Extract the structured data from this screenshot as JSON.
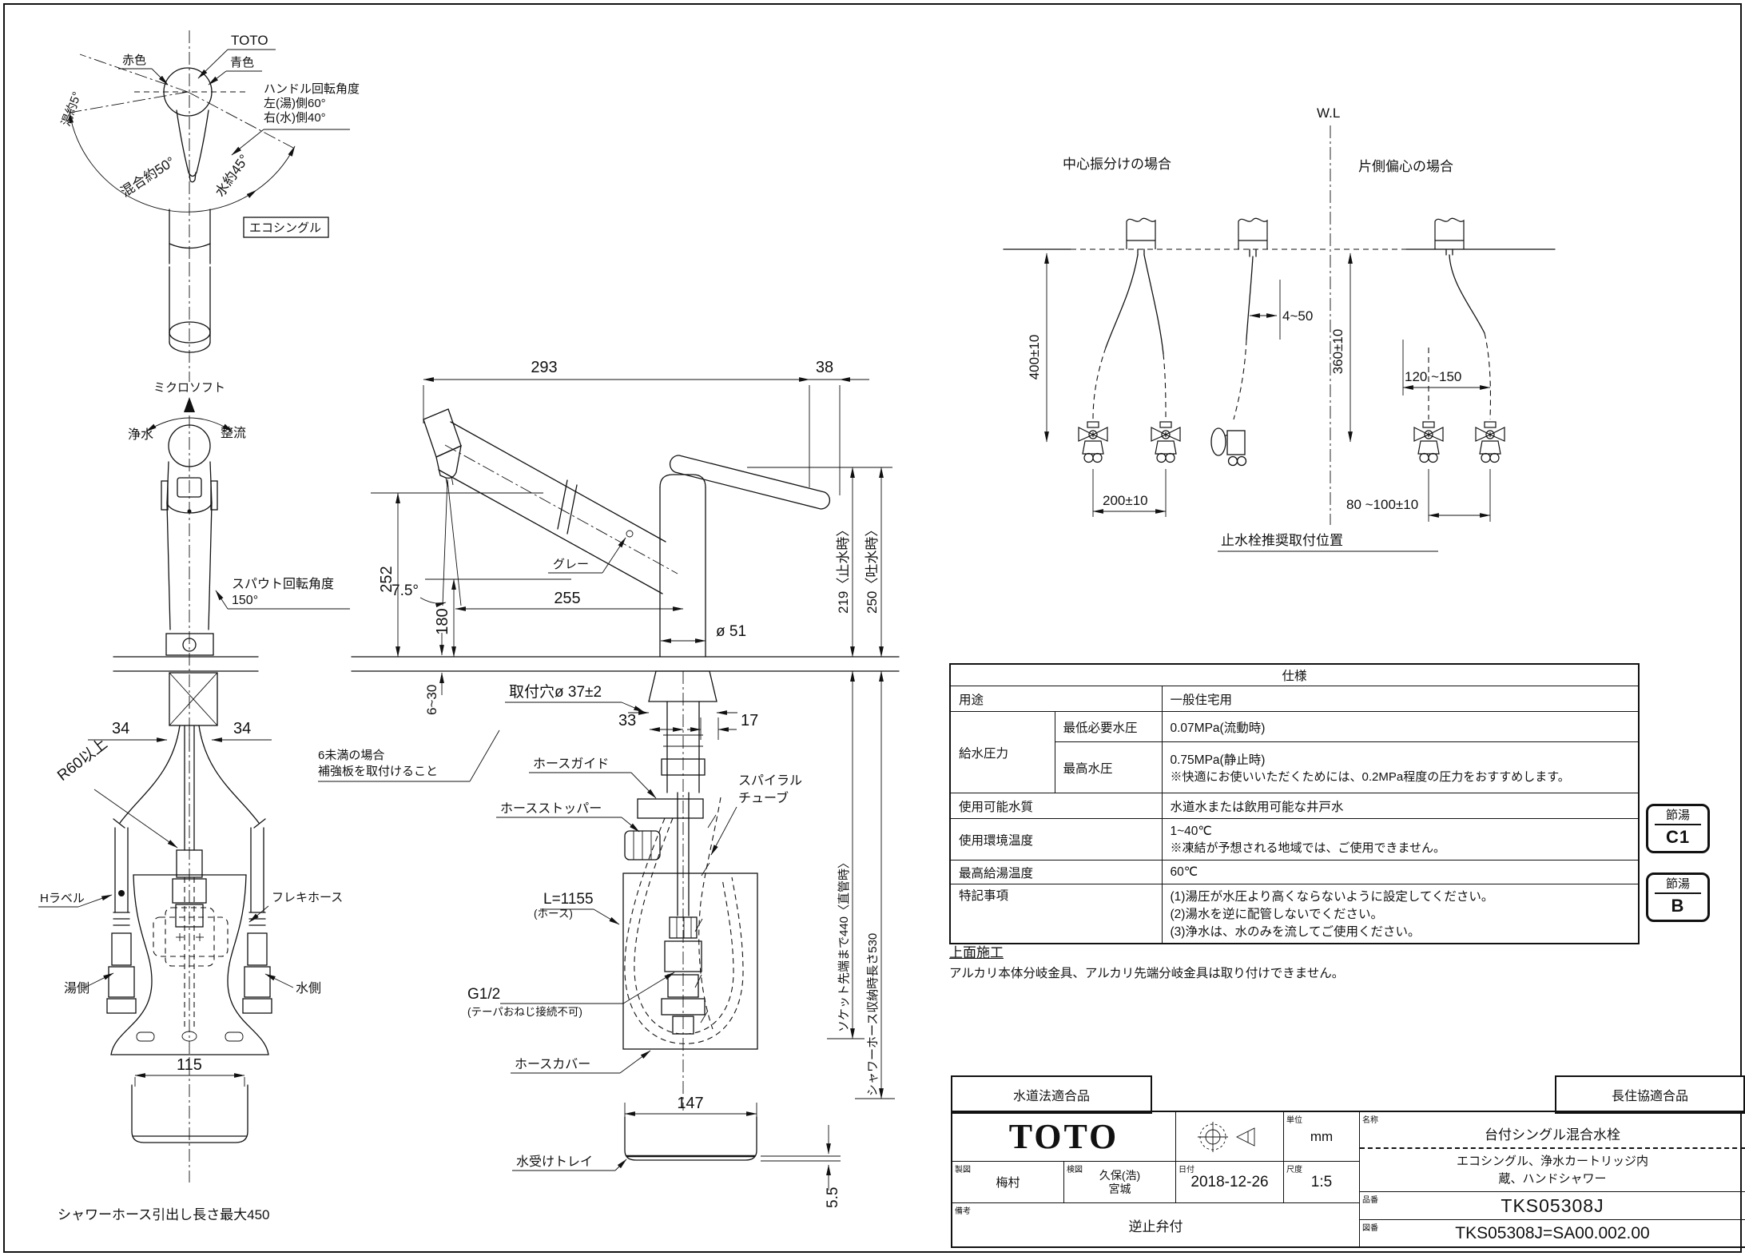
{
  "handle_view": {
    "brand": "TOTO",
    "red": "赤色",
    "blue": "青色",
    "rot1": "ハンドル回転角度",
    "rot2": "左(湯)側60°",
    "rot3": "右(水)側40°",
    "arc_hot": "湯約5°",
    "arc_mix": "混合約50°",
    "arc_cold": "水約45°",
    "eco": "エコシングル"
  },
  "front_view": {
    "microsoft": "ミクロソフト",
    "junsui": "浄水",
    "seiryu": "整流",
    "spout1": "スパウト回転角度",
    "spout2": "150°",
    "d34l": "34",
    "d34r": "34",
    "r60": "R60以上",
    "hlabel": "Hラベル",
    "flex": "フレキホース",
    "hot": "湯側",
    "cold": "水側",
    "d115": "115",
    "pullout": "シャワーホース引出し長さ最大450"
  },
  "side_view": {
    "d293": "293",
    "d38": "38",
    "d252": "252",
    "d180": "180",
    "a75": "7.5°",
    "gray": "グレー",
    "d255": "255",
    "d219": "219〈止水時〉",
    "d250": "250〈吐水時〉",
    "dia51": "ø 51",
    "hole": "取付穴ø 37±2",
    "d33": "33",
    "d17": "17",
    "d630": "6~30",
    "rein1": "6未満の場合",
    "rein2": "補強板を取付けること",
    "guide": "ホースガイド",
    "stopper": "ホースストッパー",
    "spiral1": "スパイラル",
    "spiral2": "チューブ",
    "l1155a": "L=1155",
    "l1155b": "(ホース)",
    "socket440": "ソケット先端まで440〈直管時〉",
    "hose530": "シャワーホース収納時長さ530",
    "g1": "G1/2",
    "g2": "(テーパおねじ接続不可)",
    "cover": "ホースカバー",
    "tray": "水受けトレイ",
    "d147": "147",
    "d55": "5.5"
  },
  "install_view": {
    "wl": "W.L",
    "center_case": "中心振分けの場合",
    "offset_case": "片側偏心の場合",
    "d400": "400±10",
    "d450": "4~50",
    "d360": "360±10",
    "d120150": "120 ~150",
    "d200": "200±10",
    "d80100": "80 ~100±10",
    "caption": "止水栓推奨取付位置"
  },
  "spec": {
    "title": "仕様",
    "usage_label": "用途",
    "usage_value": "一般住宅用",
    "pressure_label": "給水圧力",
    "min_pressure_label": "最低必要水圧",
    "min_pressure_value": "0.07MPa(流動時)",
    "max_pressure_label": "最高水圧",
    "max_pressure_value": "0.75MPa(静止時)",
    "pressure_note": "※快適にお使いいただくためには、0.2MPa程度の圧力をおすすめします。",
    "quality_label": "使用可能水質",
    "quality_value": "水道水または飲用可能な井戸水",
    "env_label": "使用環境温度",
    "env_value": "1~40℃",
    "env_note": "※凍結が予想される地域では、ご使用できません。",
    "hot_label": "最高給湯温度",
    "hot_value": "60℃",
    "notes_label": "特記事項",
    "note1": "(1)湯圧が水圧より高くならないように設定してください。",
    "note2": "(2)湯水を逆に配管しないでください。",
    "note3": "(3)浄水は、水のみを流してご使用ください。"
  },
  "eco_badges": {
    "c1_top": "節湯",
    "c1_val": "C1",
    "b_top": "節湯",
    "b_val": "B"
  },
  "surface_note": {
    "title": "上面施工",
    "body": "アルカリ本体分岐金具、アルカリ先端分岐金具は取り付けできません。"
  },
  "title_block": {
    "water_law": "水道法適合品",
    "chouju": "長住協適合品",
    "brand": "TOTO",
    "unit_label": "単位",
    "unit_value": "mm",
    "drafter_label": "製図",
    "drafter_value": "梅村",
    "checker_label": "検図",
    "checker_value1": "久保(浩)",
    "checker_value2": "宮城",
    "date_label": "日付",
    "date_value": "2018-12-26",
    "scale_label": "尺度",
    "scale_value": "1:5",
    "remarks_label": "備考",
    "remarks_value": "逆止弁付",
    "name_label": "名称",
    "name_value": "台付シングル混合水栓",
    "name_sub1": "エコシングル、浄水カートリッジ内",
    "name_sub2": "蔵、ハンドシャワー",
    "part_label": "品番",
    "part_value": "TKS05308J",
    "drawing_label": "図番",
    "drawing_value": "TKS05308J=SA00.002.00"
  }
}
